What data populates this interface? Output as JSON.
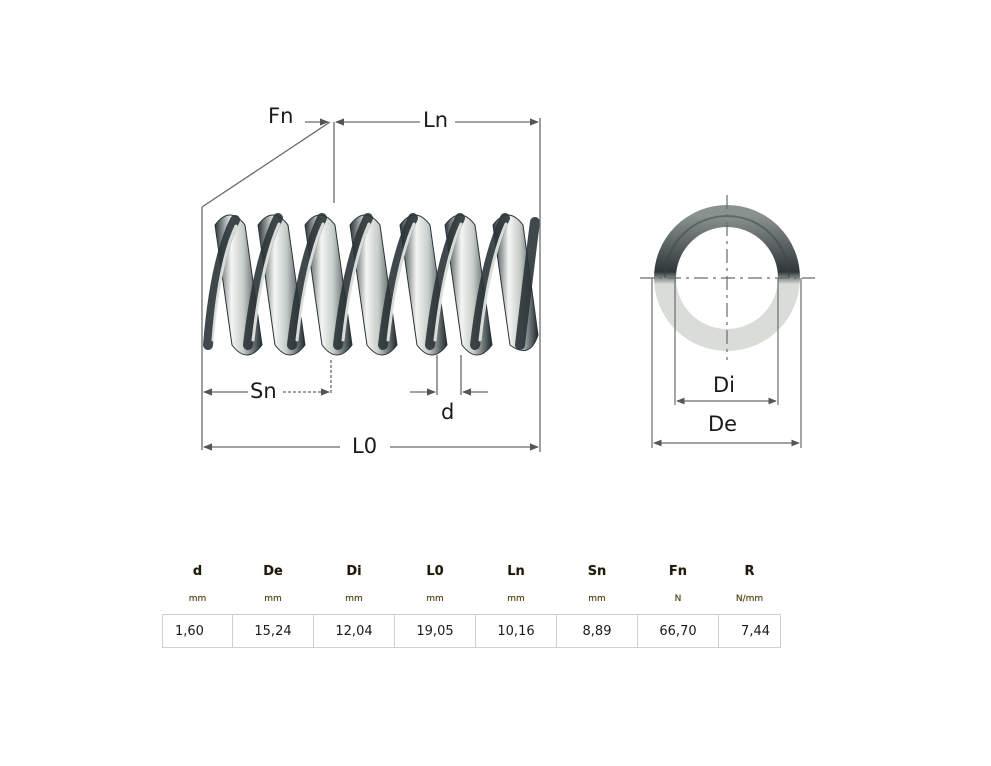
{
  "diagram": {
    "side_view_labels": {
      "force": "Fn",
      "loaded_length": "Ln",
      "deflection": "Sn",
      "wire_diameter": "d",
      "free_length": "L0"
    },
    "end_view_labels": {
      "inner_diameter": "Di",
      "outer_diameter": "De"
    },
    "colors": {
      "spring_dark": "#2b3538",
      "spring_light": "#f2f4f2",
      "dimension_line": "#6a6a6a",
      "ring_light": "#d9ddd7"
    }
  },
  "spec_table": {
    "columns": [
      {
        "header": "d",
        "unit": "mm",
        "value": "1,60"
      },
      {
        "header": "De",
        "unit": "mm",
        "value": "15,24"
      },
      {
        "header": "Di",
        "unit": "mm",
        "value": "12,04"
      },
      {
        "header": "L0",
        "unit": "mm",
        "value": "19,05"
      },
      {
        "header": "Ln",
        "unit": "mm",
        "value": "10,16"
      },
      {
        "header": "Sn",
        "unit": "mm",
        "value": "8,89"
      },
      {
        "header": "Fn",
        "unit": "N",
        "value": "66,70"
      },
      {
        "header": "R",
        "unit": "N/mm",
        "value": "7,44"
      }
    ]
  }
}
